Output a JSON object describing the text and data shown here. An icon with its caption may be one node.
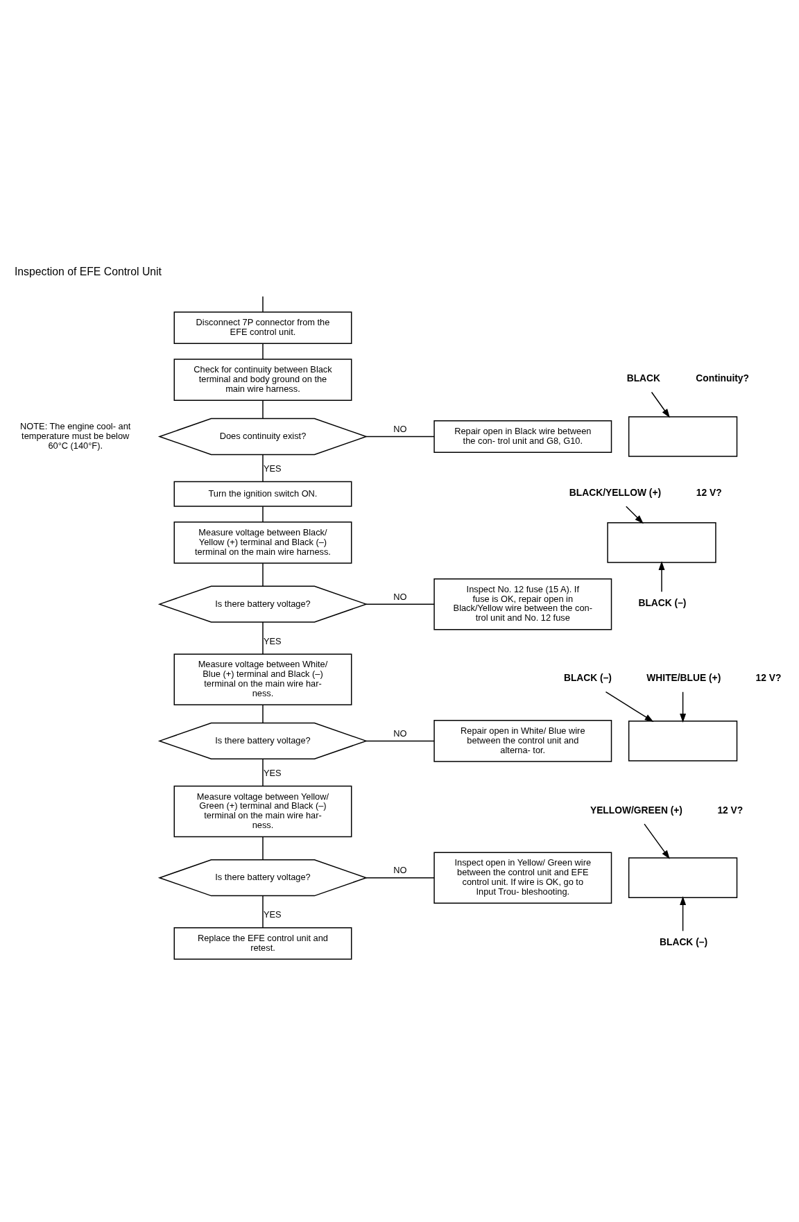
{
  "diagram": {
    "title": "Inspection of EFE Control Unit",
    "nodes": [
      {
        "text": [
          "Disconnect 7P connector from the EFE control unit."
        ]
      },
      {
        "text": [
          "Check for continuity between Black terminal and body ground on the main wire harness."
        ]
      },
      {
        "text": [
          "Does continuity exist?"
        ]
      },
      {
        "text": [
          "Repair open in Black wire between the con- trol unit and G8, G10."
        ]
      },
      {
        "text": [
          "Turn the ignition switch ON."
        ]
      },
      {
        "text": [
          "Measure voltage between Black/ Yellow (+) terminal and Black (–) terminal on the main wire harness."
        ]
      },
      {
        "text": [
          "Is there battery voltage?"
        ]
      },
      {
        "text": [
          "Inspect No. 12 fuse (15 A). If fuse is OK, repair open in Black/Yellow wire between the con- trol unit and No. 12 fuse"
        ]
      },
      {
        "text": [
          "Measure voltage between White/ Blue (+) terminal and Black (–) terminal on the main wire har- ness."
        ]
      },
      {
        "text": [
          "Is there battery voltage?"
        ]
      },
      {
        "text": [
          "Repair open in White/ Blue wire between the control unit and alterna- tor."
        ]
      },
      {
        "text": [
          "Measure voltage between Yellow/ Green (+) terminal and Black (–) terminal on the main wire har- ness."
        ]
      },
      {
        "text": [
          "Is there battery voltage?"
        ]
      },
      {
        "text": [
          "Inspect open in Yellow/ Green wire between the control unit and EFE control unit. If wire is OK, go to Input Trou- bleshooting."
        ]
      },
      {
        "text": [
          "Replace the EFE control unit and retest."
        ]
      },
      {
        "text": [
          "BLACK"
        ]
      },
      {
        "text": [],
        "shape": "box"
      },
      {
        "text": [
          "BLACK/YELLOW (+)"
        ]
      },
      {
        "text": [],
        "shape": "box"
      },
      {
        "text": [
          "BLACK (–)"
        ]
      },
      {
        "text": [
          "BLACK (–)"
        ]
      },
      {
        "text": [
          "WHITE/BLUE (+)"
        ]
      },
      {
        "text": [],
        "shape": "box"
      },
      {
        "text": [
          "YELLOW/GREEN (+)"
        ]
      },
      {
        "text": [],
        "shape": "box"
      },
      {
        "text": [
          "BLACK (–)"
        ]
      }
    ],
    "edges": [
      {
        "from": null,
        "to": 0,
        "arrow": "none"
      },
      {
        "from": 0,
        "to": 1,
        "arrow": "none"
      },
      {
        "from": 1,
        "to": 2,
        "arrow": "none"
      },
      {
        "from": 2,
        "to": 3,
        "arrow": "none",
        "label": "NO"
      },
      {
        "from": 2,
        "to": 4,
        "arrow": "none",
        "label": "YES"
      },
      {
        "from": 4,
        "to": 5,
        "arrow": "none"
      },
      {
        "from": 5,
        "to": 6,
        "arrow": "none"
      },
      {
        "from": 6,
        "to": 7,
        "arrow": "none",
        "label": "NO"
      },
      {
        "from": 6,
        "to": 8,
        "arrow": "none",
        "label": "YES"
      },
      {
        "from": 8,
        "to": 9,
        "arrow": "none"
      },
      {
        "from": 9,
        "to": 10,
        "arrow": "none",
        "label": "NO"
      },
      {
        "from": 9,
        "to": 11,
        "arrow": "none",
        "label": "YES"
      },
      {
        "from": 11,
        "to": 12,
        "arrow": "none"
      },
      {
        "from": 12,
        "to": 13,
        "arrow": "none",
        "label": "NO"
      },
      {
        "from": 12,
        "to": 14,
        "arrow": "none",
        "label": "YES"
      },
      {
        "from": 15,
        "to": 16,
        "arrow": "to"
      },
      {
        "from": 17,
        "to": 18,
        "arrow": "to"
      },
      {
        "from": 19,
        "to": 18,
        "arrow": "to"
      },
      {
        "from": 20,
        "to": 22,
        "arrow": "to"
      },
      {
        "from": 21,
        "to": 22,
        "arrow": "to"
      },
      {
        "from": 23,
        "to": 24,
        "arrow": "to"
      },
      {
        "from": 25,
        "to": 24,
        "arrow": "to"
      }
    ],
    "labels": [
      "Continuity?",
      "NOTE: The engine cool- ant temperature must be below 60°C (140°F).",
      "12 V?",
      "12 V?",
      "12 V?"
    ]
  }
}
